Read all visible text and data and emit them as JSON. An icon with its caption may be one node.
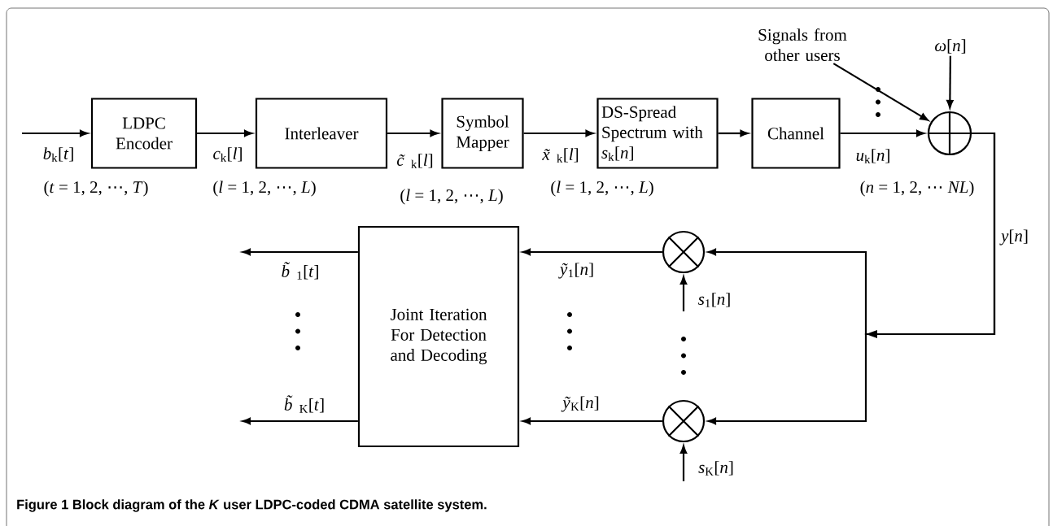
{
  "diagram": {
    "caption": "Figure 1 Block diagram of the *K* user LDPC-coded CDMA satellite system.",
    "nodes": [
      {
        "text": [
          "LDPC Encoder"
        ]
      },
      {
        "text": [
          "Interleaver"
        ]
      },
      {
        "text": [
          "Symbol Mapper"
        ]
      },
      {
        "text": [
          "DS-Spread Spectrum with *s*$_{k}$[*n*]"
        ]
      },
      {
        "text": [
          "Channel"
        ]
      },
      {
        "text": [],
        "shape": "circle"
      },
      {
        "text": [
          "Joint Iteration For Detection and Decoding"
        ]
      },
      {
        "text": [],
        "shape": "circle"
      },
      {
        "text": [],
        "shape": "circle"
      },
      {
        "text": [
          "Signals from other users"
        ]
      },
      {
        "text": [
          "*ω*[*n*]"
        ]
      }
    ],
    "edges": [
      {
        "from": null,
        "to": 0,
        "arrow": "to",
        "label": "*b*$_{k}$[*t*]"
      },
      {
        "from": 0,
        "to": 1,
        "arrow": "to",
        "label": "*c*$_{k}$[*l*]"
      },
      {
        "from": 1,
        "to": 2,
        "arrow": "to",
        "label": "*c̃*$_{k}$[*l*]"
      },
      {
        "from": 2,
        "to": 3,
        "arrow": "to",
        "label": "*x̃*$_{k}$[*l*]"
      },
      {
        "from": 3,
        "to": 4,
        "arrow": "to"
      },
      {
        "from": 4,
        "to": 5,
        "arrow": "to",
        "label": "*u*$_{k}$[*n*]"
      },
      {
        "from": 9,
        "to": 5,
        "arrow": "to"
      },
      {
        "from": 10,
        "to": 5,
        "arrow": "to"
      },
      {
        "from": 5,
        "to": 7,
        "arrow": "to",
        "label": "*y*[*n*]"
      },
      {
        "from": 5,
        "to": 8,
        "arrow": "to"
      },
      {
        "from": 7,
        "to": 6,
        "arrow": "to",
        "label": "*ỹ*$_{1}$[*n*]"
      },
      {
        "from": 8,
        "to": 6,
        "arrow": "to",
        "label": "*ỹ*$_{K}$[*n*]"
      },
      {
        "from": null,
        "to": 7,
        "arrow": "to",
        "label": "*s*$_{1}$[*n*]"
      },
      {
        "from": null,
        "to": 8,
        "arrow": "to",
        "label": "*s*$_{K}$[*n*]"
      },
      {
        "from": 6,
        "to": null,
        "arrow": "to",
        "label": "*b̃*$_{1}$[*t*]"
      },
      {
        "from": 6,
        "to": null,
        "arrow": "to",
        "label": "*b̃*$_{K}$[*t*]"
      }
    ],
    "labels": [
      "(*t* = 1, 2, ⋯, *T*)",
      "(*l* = 1, 2, ⋯, *L*)",
      "(*l* = 1, 2, ⋯, *L*)",
      "(*l* = 1, 2, ⋯, *L*)",
      "(*n* = 1, 2, ⋯ *NL*)"
    ]
  }
}
